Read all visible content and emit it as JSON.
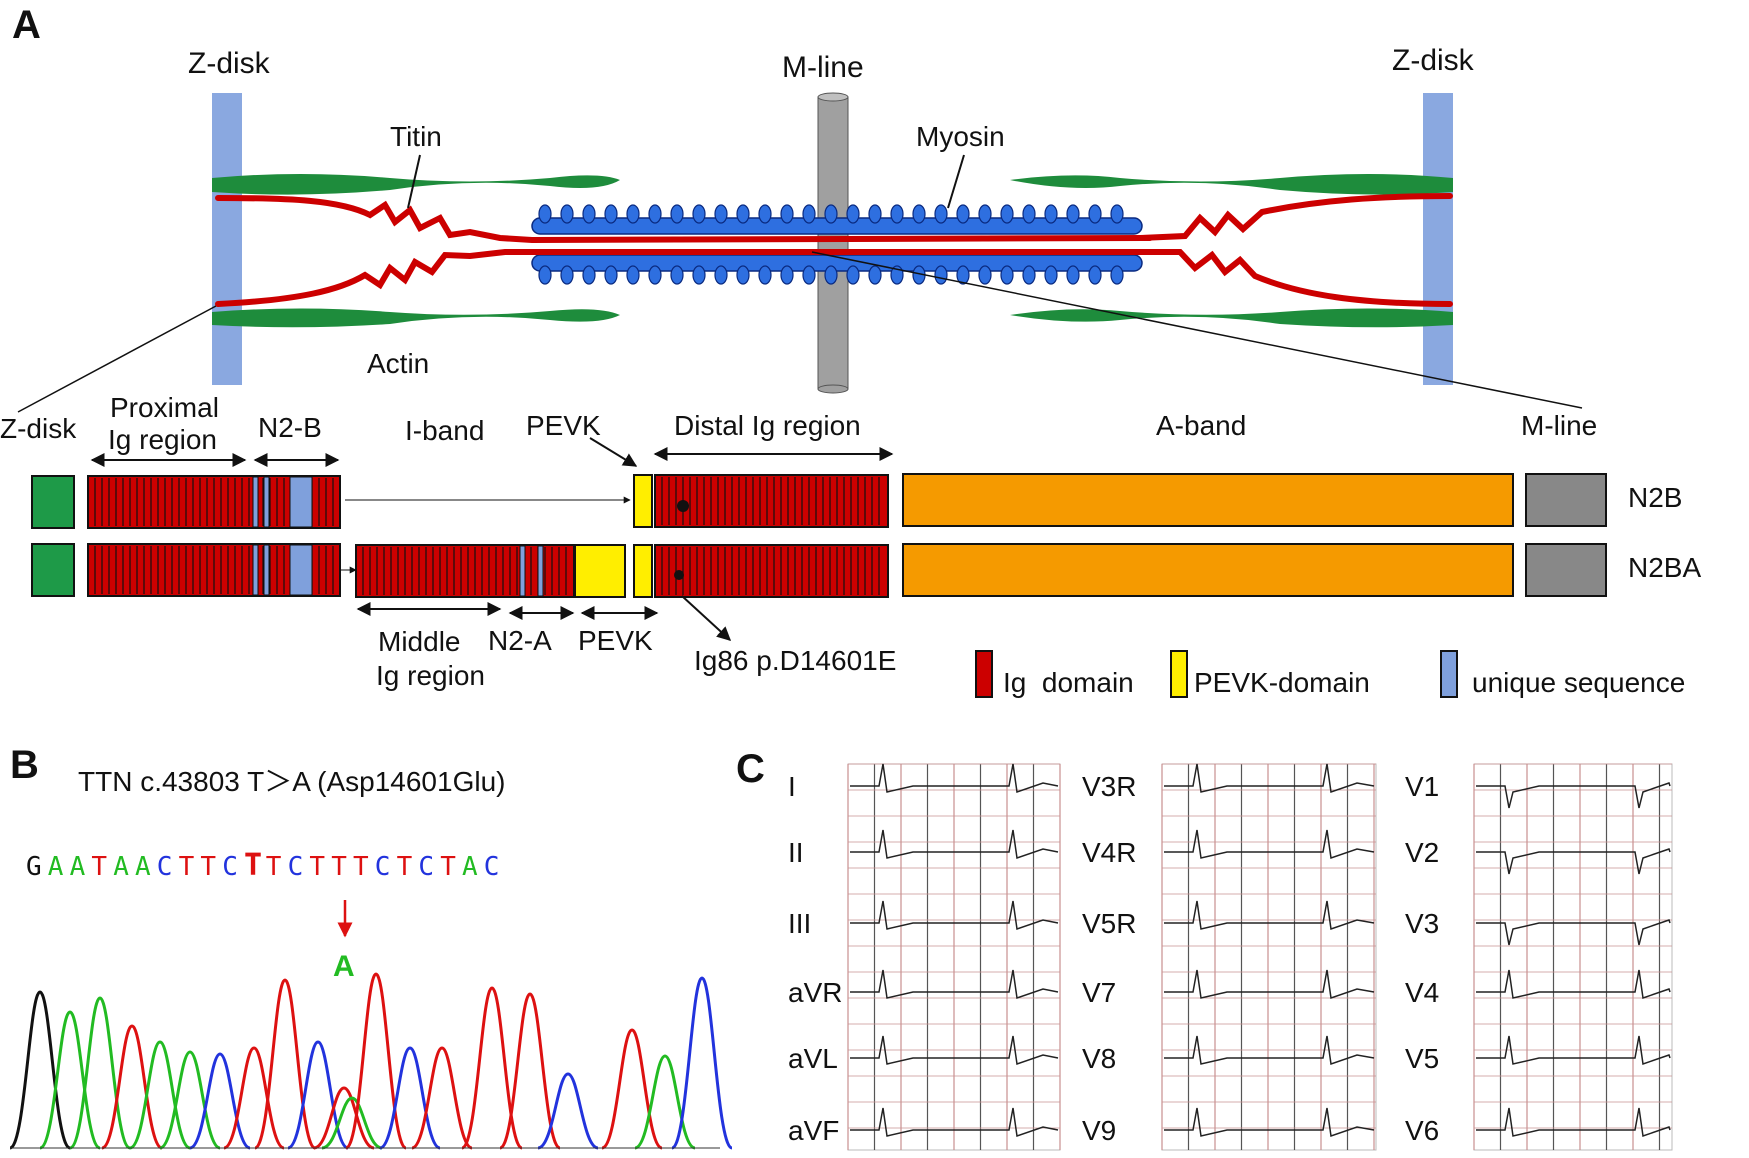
{
  "panels": {
    "a": "A",
    "b": "B",
    "c": "C"
  },
  "colors": {
    "z_disk": "#8aa8e0",
    "m_line": "#a0a0a0",
    "actin": "#1e8c3c",
    "titin": "#cc0000",
    "myosin": "#2e6fe0",
    "ig_domain": "#cc0000",
    "pevk": "#ffee00",
    "unique": "#7fa0dc",
    "a_band": "#f59a00",
    "m_line_box": "#888888",
    "z_disk_box": "#1e9a48",
    "base_A": "#22bb22",
    "base_C": "#2233dd",
    "base_G": "#111111",
    "base_T": "#dd1111",
    "ecg_grid": "#c89090",
    "ecg_trace": "#222222"
  },
  "panel_a": {
    "top": {
      "z_disk_left": "Z-disk",
      "m_line": "M-line",
      "z_disk_right": "Z-disk",
      "titin": "Titin",
      "myosin": "Myosin",
      "actin": "Actin"
    },
    "domains": {
      "z_disk": "Z-disk",
      "proximal_line1": "Proximal",
      "proximal_line2": "Ig region",
      "n2b": "N2-B",
      "i_band": "I-band",
      "pevk_top": "PEVK",
      "distal": "Distal Ig region",
      "a_band": "A-band",
      "m_line": "M-line",
      "isoform1": "N2B",
      "isoform2": "N2BA",
      "middle_line1": "Middle",
      "middle_line2": "Ig region",
      "n2a": "N2-A",
      "pevk_bottom": "PEVK",
      "mutation": "Ig86 p.D14601E"
    },
    "legend": [
      {
        "label": "Ig  domain",
        "color": "#cc0000"
      },
      {
        "label": "PEVK-domain",
        "color": "#ffee00"
      },
      {
        "label": "unique sequence",
        "color": "#7fa0dc"
      }
    ]
  },
  "panel_b": {
    "title": "TTN  c.43803 T＞A  (Asp14601Glu)",
    "sequence": [
      "G",
      "A",
      "A",
      "T",
      "A",
      "A",
      "C",
      "T",
      "T",
      "C",
      "T",
      "T",
      "C",
      "T",
      "T",
      "T",
      "C",
      "T",
      "C",
      "T",
      "A",
      "C"
    ],
    "mutant_index": 10,
    "alt_base": "A"
  },
  "panel_c": {
    "leads_col1": [
      "I",
      "II",
      "III",
      "aVR",
      "aVL",
      "aVF"
    ],
    "leads_col2": [
      "V3R",
      "V4R",
      "V5R",
      "V7",
      "V8",
      "V9"
    ],
    "leads_col3": [
      "V1",
      "V2",
      "V3",
      "V4",
      "V5",
      "V6"
    ]
  }
}
